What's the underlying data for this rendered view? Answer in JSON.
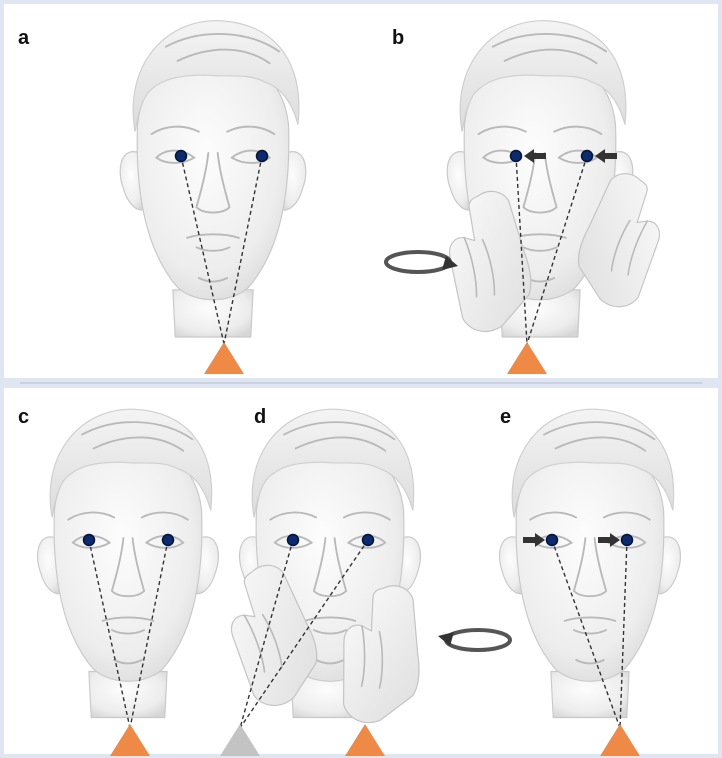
{
  "panels": [
    {
      "id": "a",
      "label": "a"
    },
    {
      "id": "b",
      "label": "b"
    },
    {
      "id": "c",
      "label": "c"
    },
    {
      "id": "d",
      "label": "d"
    },
    {
      "id": "e",
      "label": "e"
    }
  ],
  "colors": {
    "background": "#dfe6f1",
    "panel": "#ffffff",
    "observer": "#ee8a45",
    "observer_inactive": "#c3c3c3",
    "pupil": "#0d2a6e",
    "sight_line": "#333333",
    "arrow": "#333333"
  },
  "icons": {
    "observer": "orange-triangle",
    "observer_inactive": "grey-triangle",
    "eye_shift": "eye-movement-arrow",
    "rotation": "rotation-arrow"
  }
}
